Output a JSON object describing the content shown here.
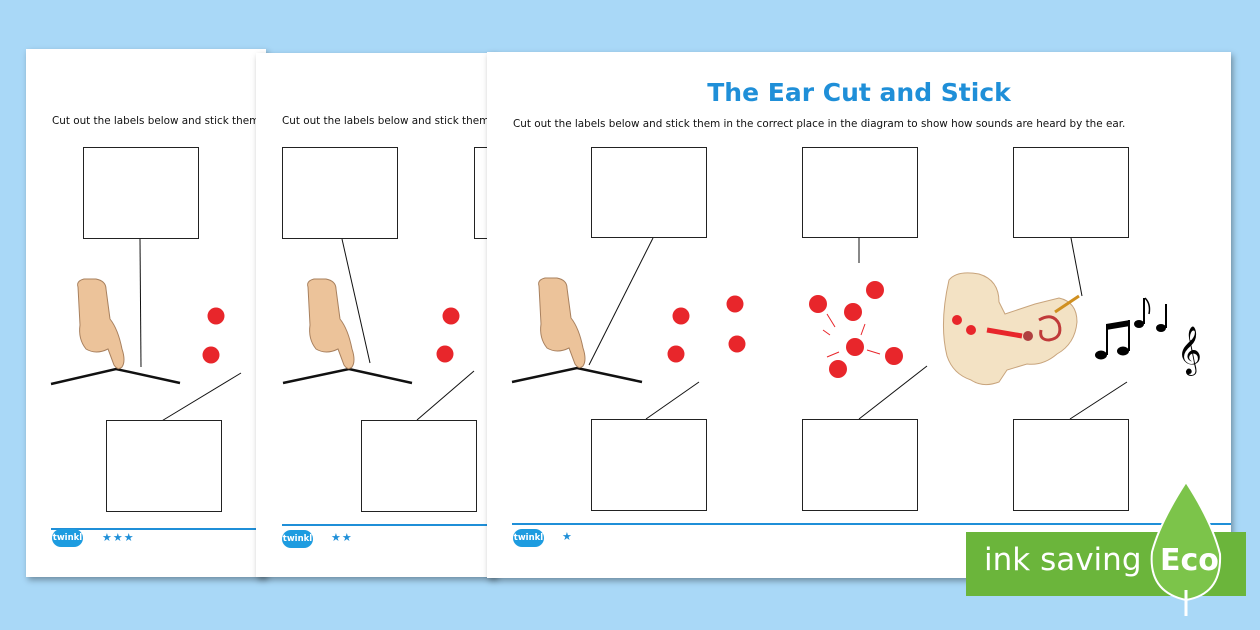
{
  "title": "The Ear Cut and Stick",
  "instruction": "Cut out the labels below and stick them in the correct place in the diagram to show how sounds are heard by the ear.",
  "instruction_short": "Cut out the labels below and stick them",
  "instruction_short2": "Cut out the labels below and stick them",
  "logo_text": "twinkl",
  "sheet1_stars": "★★★",
  "sheet2_stars": "★★",
  "sheet3_stars": "★",
  "badge": {
    "label": "ink saving",
    "eco": "Eco"
  },
  "colors": {
    "background": "#a9d8f7",
    "title": "#1f8fd8",
    "badge": "#6bb53b",
    "particle": "#e8262b"
  }
}
